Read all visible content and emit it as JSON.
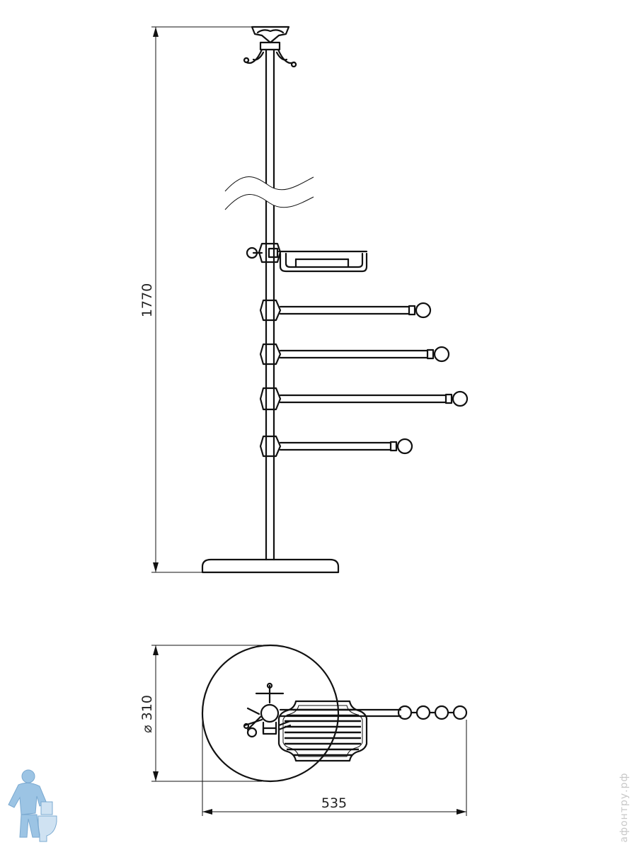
{
  "dimensions": {
    "height": "1770",
    "diameter": "⌀ 310",
    "width": "535"
  },
  "watermark": "афонтру.рф",
  "colors": {
    "line": "#111111",
    "dimension_text": "#222222",
    "mascot": "#9cc4e4",
    "watermark": "#c8c8c8"
  },
  "icons": [
    "plumber-mascot-icon"
  ]
}
